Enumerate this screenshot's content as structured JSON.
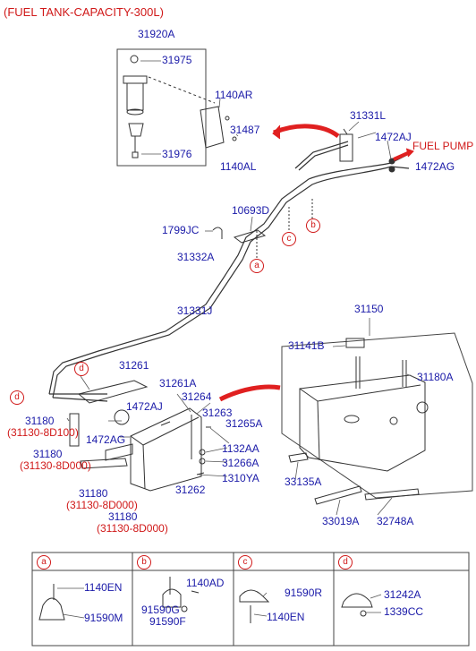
{
  "title": "(FUEL TANK-CAPACITY-300L)",
  "fuel_pump_label": "FUEL PUMP",
  "labels": {
    "p31920A": "31920A",
    "p31975": "31975",
    "p31976": "31976",
    "p1140AR": "1140AR",
    "p31487": "31487",
    "p1140AL": "1140AL",
    "p31331L": "31331L",
    "p1472AJ_top": "1472AJ",
    "p1472AG_top": "1472AG",
    "p10693D": "10693D",
    "p1799JC": "1799JC",
    "p31332A": "31332A",
    "p31331J": "31331J",
    "p31150": "31150",
    "p31141B": "31141B",
    "p31180A": "31180A",
    "p31261": "31261",
    "p31261A": "31261A",
    "p31264": "31264",
    "p1472AJ_mid": "1472AJ",
    "p31263": "31263",
    "p31265A": "31265A",
    "p31180_1": "31180",
    "p31130_8D100": "(31130-8D100)",
    "p1472AG_mid": "1472AG",
    "p1132AA": "1132AA",
    "p31266A": "31266A",
    "p31180_2": "31180",
    "p31130_8D000_1": "(31130-8D000)",
    "p1310YA": "1310YA",
    "p31262": "31262",
    "p31180_3": "31180",
    "p31130_8D000_2": "(31130-8D000)",
    "p31180_4": "31180",
    "p31130_8D000_3": "(31130-8D000)",
    "p33135A": "33135A",
    "p33019A": "33019A",
    "p32748A": "32748A"
  },
  "callouts": {
    "a": "a",
    "b": "b",
    "c": "c",
    "d": "d"
  },
  "legend": [
    {
      "letter": "a",
      "parts": [
        "1140EN",
        "91590M"
      ]
    },
    {
      "letter": "b",
      "parts": [
        "1140AD",
        "91590G",
        "91590F"
      ]
    },
    {
      "letter": "c",
      "parts": [
        "91590R",
        "1140EN"
      ]
    },
    {
      "letter": "d",
      "parts": [
        "31242A",
        "1339CC"
      ]
    }
  ]
}
